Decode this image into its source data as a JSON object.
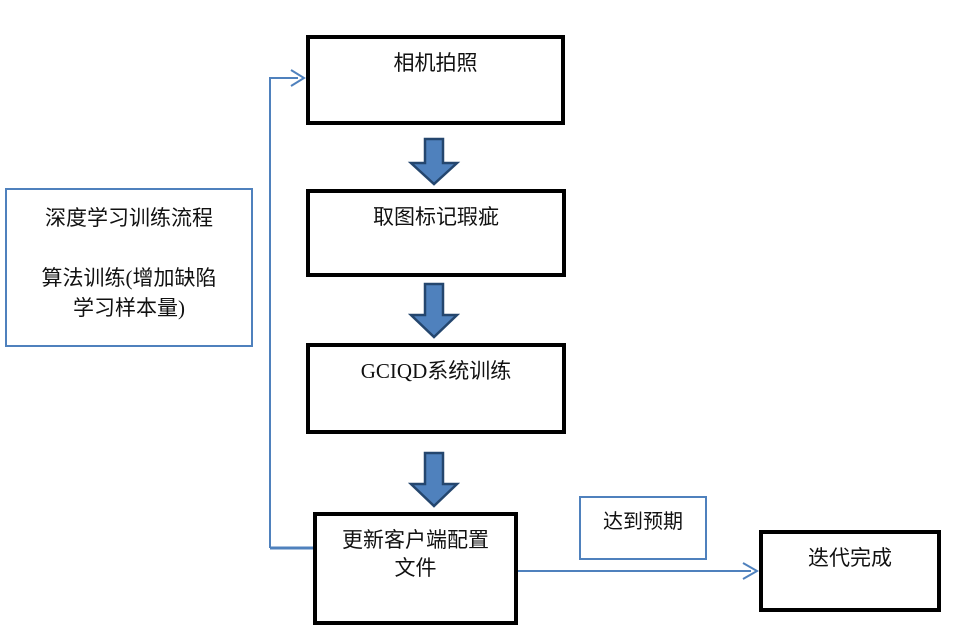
{
  "diagram": {
    "note": {
      "line1": "深度学习训练流程",
      "line2": "算法训练(增加缺陷",
      "line3": "学习样本量)"
    },
    "steps": [
      {
        "label": "相机拍照"
      },
      {
        "label": "取图标记瑕疵"
      },
      {
        "label": "GCIQD系统训练"
      },
      {
        "label_line1": "更新客户端配置",
        "label_line2": "文件"
      }
    ],
    "branch_label": "达到预期",
    "end_label": "迭代完成",
    "icons": {
      "down_arrow": "down-block-arrow",
      "feedback": "feedback-connector",
      "result": "result-arrow"
    },
    "colors": {
      "accent_blue": "#4f81bd",
      "arrow_fill": "#4f81bd",
      "arrow_stroke": "#24466e",
      "box_border": "#000000"
    }
  }
}
